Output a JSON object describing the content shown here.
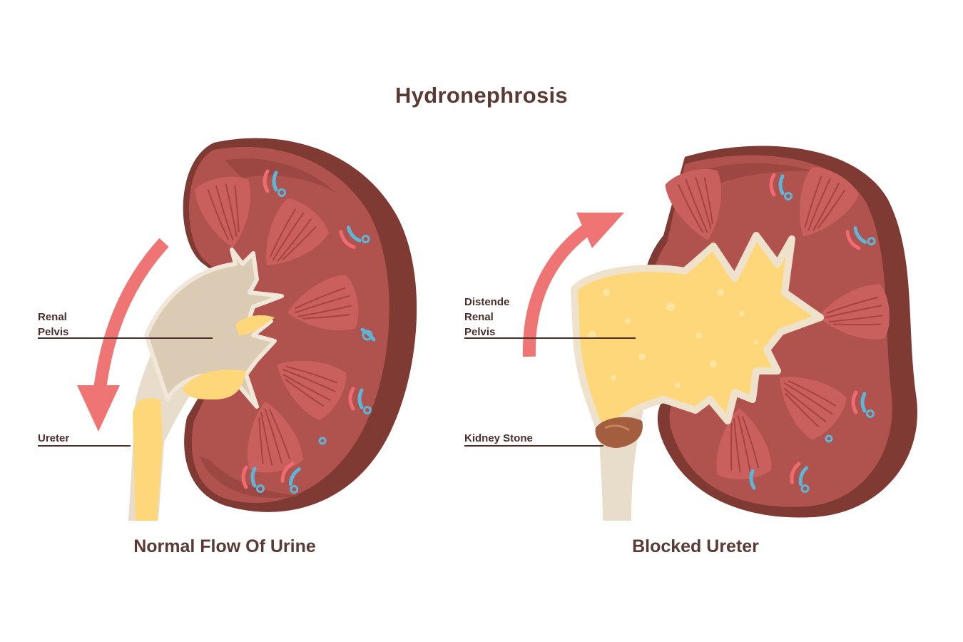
{
  "title": "Hydronephrosis",
  "panels": {
    "normal": {
      "caption": "Normal Flow Of Urine",
      "labels": {
        "renal_pelvis": "Renal\nPelvis",
        "ureter": "Ureter"
      }
    },
    "blocked": {
      "caption": "Blocked Ureter",
      "labels": {
        "distended_pelvis": "Distende\nRenal\nPelvis",
        "kidney_stone": "Kidney Stone"
      }
    }
  },
  "colors": {
    "background": "#ffffff",
    "kidney_outer": "#7e3a33",
    "kidney_cortex": "#b0524d",
    "medulla_pyramid": "#c9605e",
    "pelvis_normal": "#dccbb4",
    "urine": "#fdd77a",
    "arrow": "#ef7574",
    "vessel_red": "#ef6b70",
    "vessel_blue": "#5cb6d8",
    "text": "#5a3a34"
  },
  "icons": {
    "flow_arrow_down": "curved-arrow-down-icon",
    "flow_arrow_up": "curved-arrow-up-icon"
  }
}
